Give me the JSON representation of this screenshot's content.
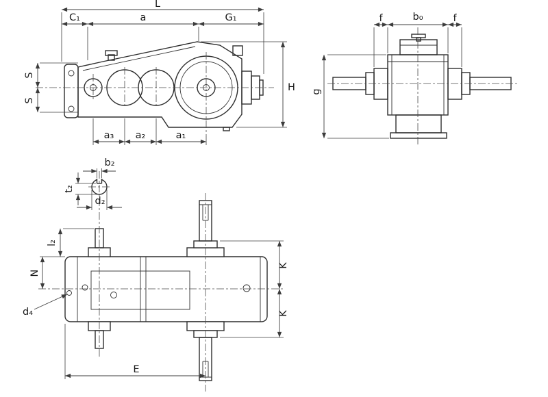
{
  "drawing": {
    "kind": "technical-dimension-drawing",
    "subject": "gear-reducer-three-orthographic-views",
    "colors": {
      "line": "#2e2e2e",
      "dimension": "#3c3c3c",
      "background": "#ffffff"
    },
    "side_view": {
      "dims": {
        "L": "L",
        "C1": "C₁",
        "a": "a",
        "G1": "G₁",
        "H": "H",
        "S_upper": "S",
        "S_lower": "S",
        "a3": "a₃",
        "a2": "a₂",
        "a1": "a₁"
      }
    },
    "end_view": {
      "dims": {
        "f_left": "f",
        "b0": "b₀",
        "f_right": "f",
        "g": "g"
      }
    },
    "plan_view": {
      "dims": {
        "b2": "b₂",
        "t2": "t₂",
        "d2": "d₂",
        "l2": "l₂",
        "N": "N",
        "d4": "d₄",
        "E": "E",
        "K_upper": "K",
        "K_lower": "K"
      }
    }
  }
}
